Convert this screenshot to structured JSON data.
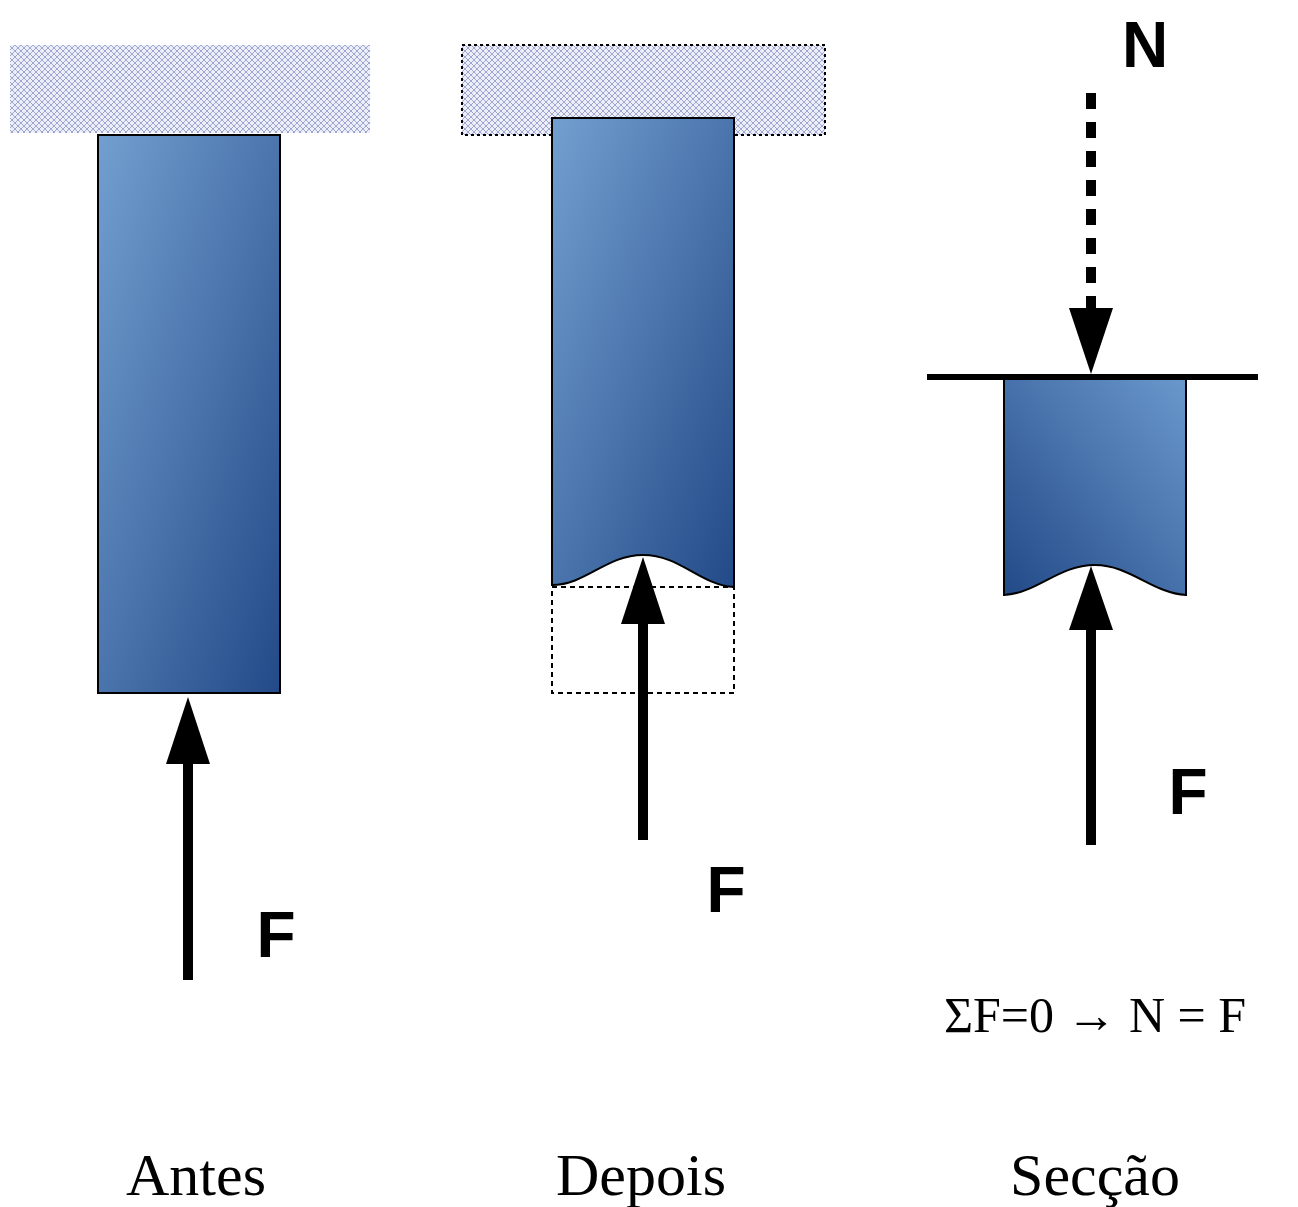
{
  "diagram": {
    "labels": [
      "N",
      "F",
      "F",
      "F",
      "ΣF=0 → N = F",
      "Antes",
      "Depois",
      "Secção"
    ]
  }
}
